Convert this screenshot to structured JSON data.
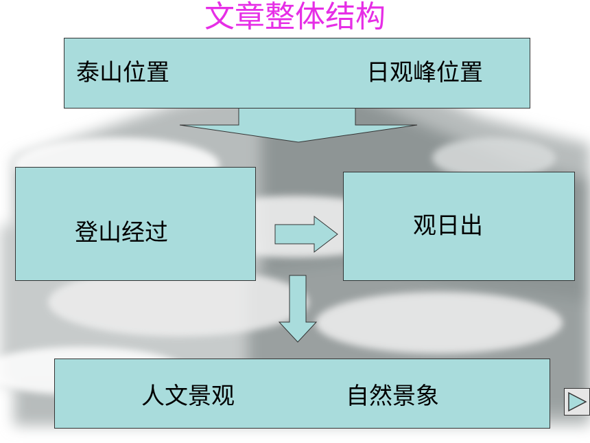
{
  "title": "文章整体结构",
  "boxes": {
    "top_left": "泰山位置",
    "top_right": "日观峰位置",
    "middle_left": "登山经过",
    "middle_right": "观日出",
    "bottom_left": "人文景观",
    "bottom_right": "自然景象"
  },
  "colors": {
    "title": "#e62ee6",
    "box_fill": "#a9dcdc",
    "border": "#333333"
  },
  "icons": {
    "next": "play-triangle-icon",
    "arrow_right": "block-arrow-right-icon",
    "arrow_down": "block-arrow-down-icon",
    "arrow_merge": "merge-arrow-down-icon"
  }
}
